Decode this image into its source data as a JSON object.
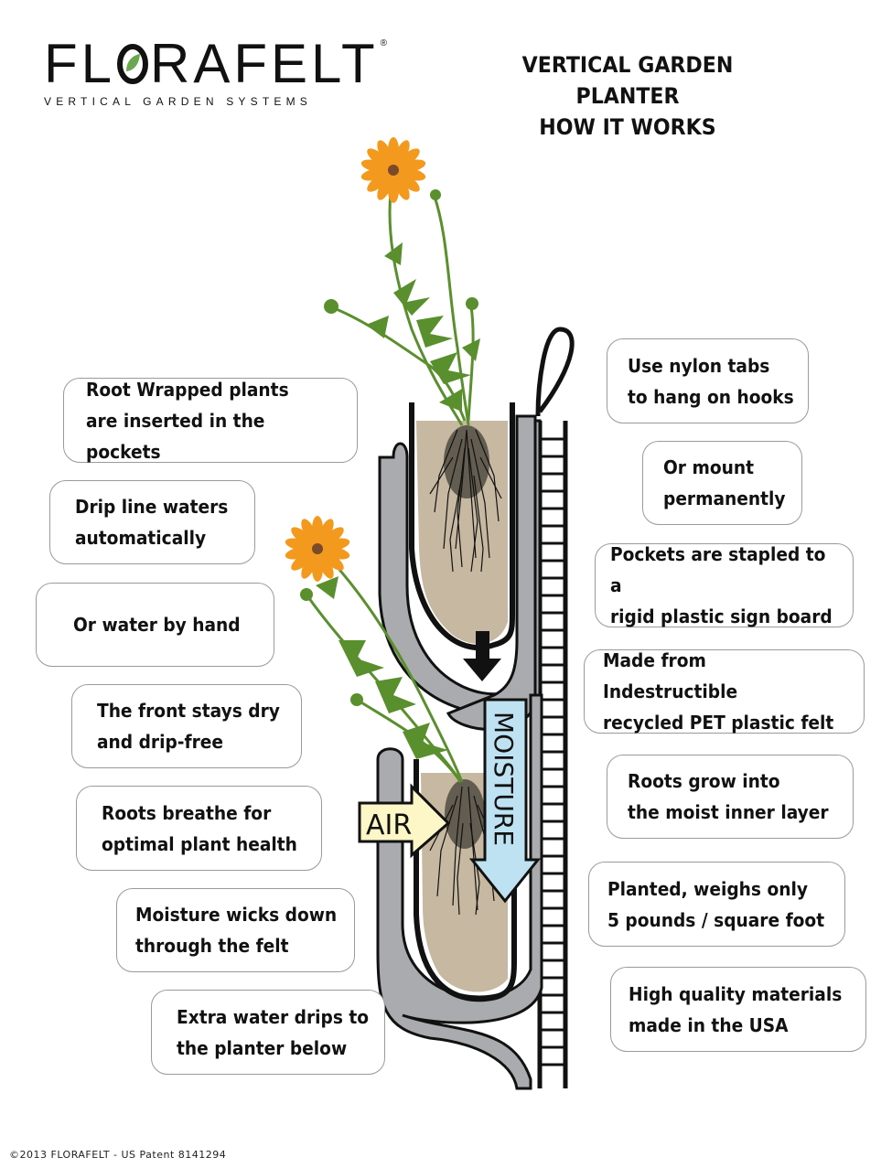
{
  "logo": {
    "wordmark_left": "FL",
    "wordmark_right": "RAFELT",
    "registered": "®",
    "tagline": "VERTICAL GARDEN SYSTEMS"
  },
  "title": {
    "line1": "VERTICAL GARDEN PLANTER",
    "line2": "HOW IT WORKS"
  },
  "callouts_left": [
    "Root Wrapped plants\nare inserted in the pockets",
    "Drip line waters\nautomatically",
    "Or water by hand",
    "The front stays dry\nand drip-free",
    "Roots breathe for\noptimal plant health",
    "Moisture wicks down\nthrough the felt",
    "Extra water drips to\nthe planter below"
  ],
  "callouts_right": [
    "Use nylon tabs\nto hang on hooks",
    "Or mount\npermanently",
    "Pockets are stapled to a\nrigid plastic sign board",
    "Made from Indestructible\nrecycled PET plastic felt",
    "Roots grow into\nthe moist inner layer",
    "Planted, weighs only\n5 pounds / square foot",
    "High quality materials\nmade in the USA"
  ],
  "labels": {
    "air": "AIR",
    "moisture": "MOISTURE"
  },
  "colors": {
    "felt_gray": "#a9abae",
    "soil": "#c7b9a1",
    "petal": "#f39a1e",
    "leaf": "#5a8f2e",
    "air_fill": "#fdf7c8",
    "moisture_fill": "#bfe2f3"
  },
  "footer": "©2013 FLORAFELT - US Patent 8141294"
}
